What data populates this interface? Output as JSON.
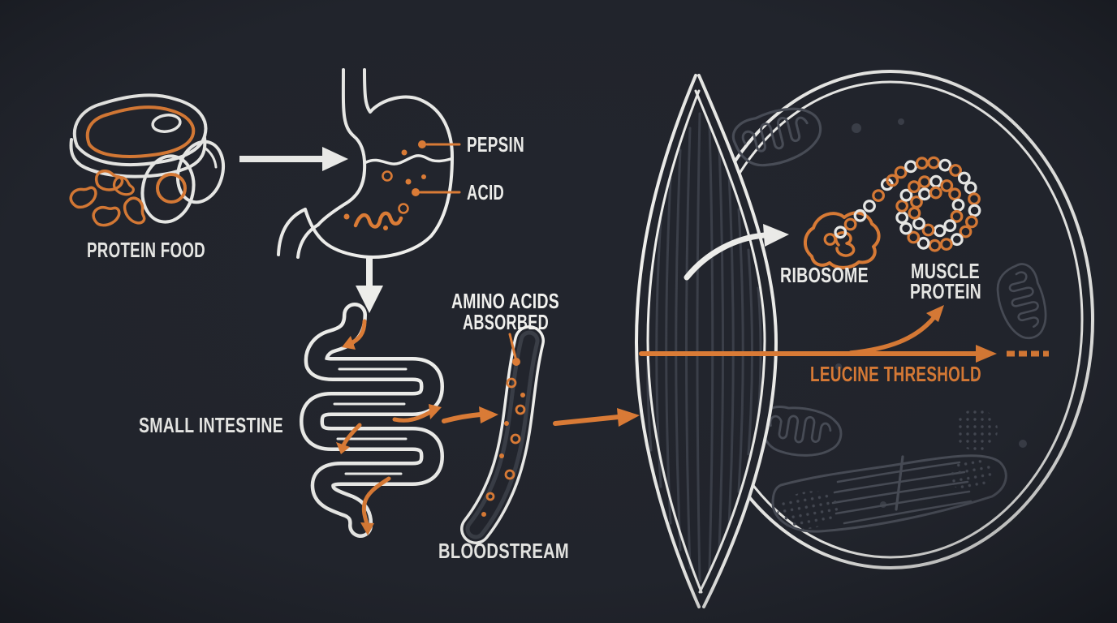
{
  "colors": {
    "background": "#22252d",
    "vignette": "#0a0c10",
    "line_white": "#f2f2ef",
    "accent_orange": "#e07e36",
    "organelle_gray": "#4a4e58",
    "striation_gray": "#3c404a",
    "vessel_wall_gray": "#3a3e47"
  },
  "diagram": {
    "protein_food": {
      "label": "PROTEIN FOOD",
      "icons": [
        "steak-icon",
        "eggs-icon",
        "beans-icon"
      ]
    },
    "stomach": {
      "pepsin_label": "PEPSIN",
      "acid_label": "ACID",
      "icons": [
        "stomach-icon",
        "acid-squiggle-icon",
        "enzyme-dots-icon"
      ]
    },
    "small_intestine": {
      "label": "SMALL INTESTINE",
      "icons": [
        "intestine-coil-icon",
        "flow-arrow-icons"
      ]
    },
    "absorption": {
      "line1": "AMINO ACIDS",
      "line2": "ABSORBED"
    },
    "bloodstream": {
      "label": "BLOODSTREAM",
      "icons": [
        "blood-vessel-icon",
        "amino-acid-dots-icon"
      ]
    },
    "muscle_cell": {
      "ribosome_label": "RIBOSOME",
      "muscle_protein_line1": "MUSCLE",
      "muscle_protein_line2": "PROTEIN",
      "leucine_threshold_label": "LEUCINE THRESHOLD",
      "icons": [
        "muscle-fiber-icon",
        "cell-membrane-icon",
        "mitochondrion-icon",
        "ribosome-icon",
        "protein-bead-coil-icon",
        "endoplasmic-reticulum-icon"
      ]
    }
  }
}
